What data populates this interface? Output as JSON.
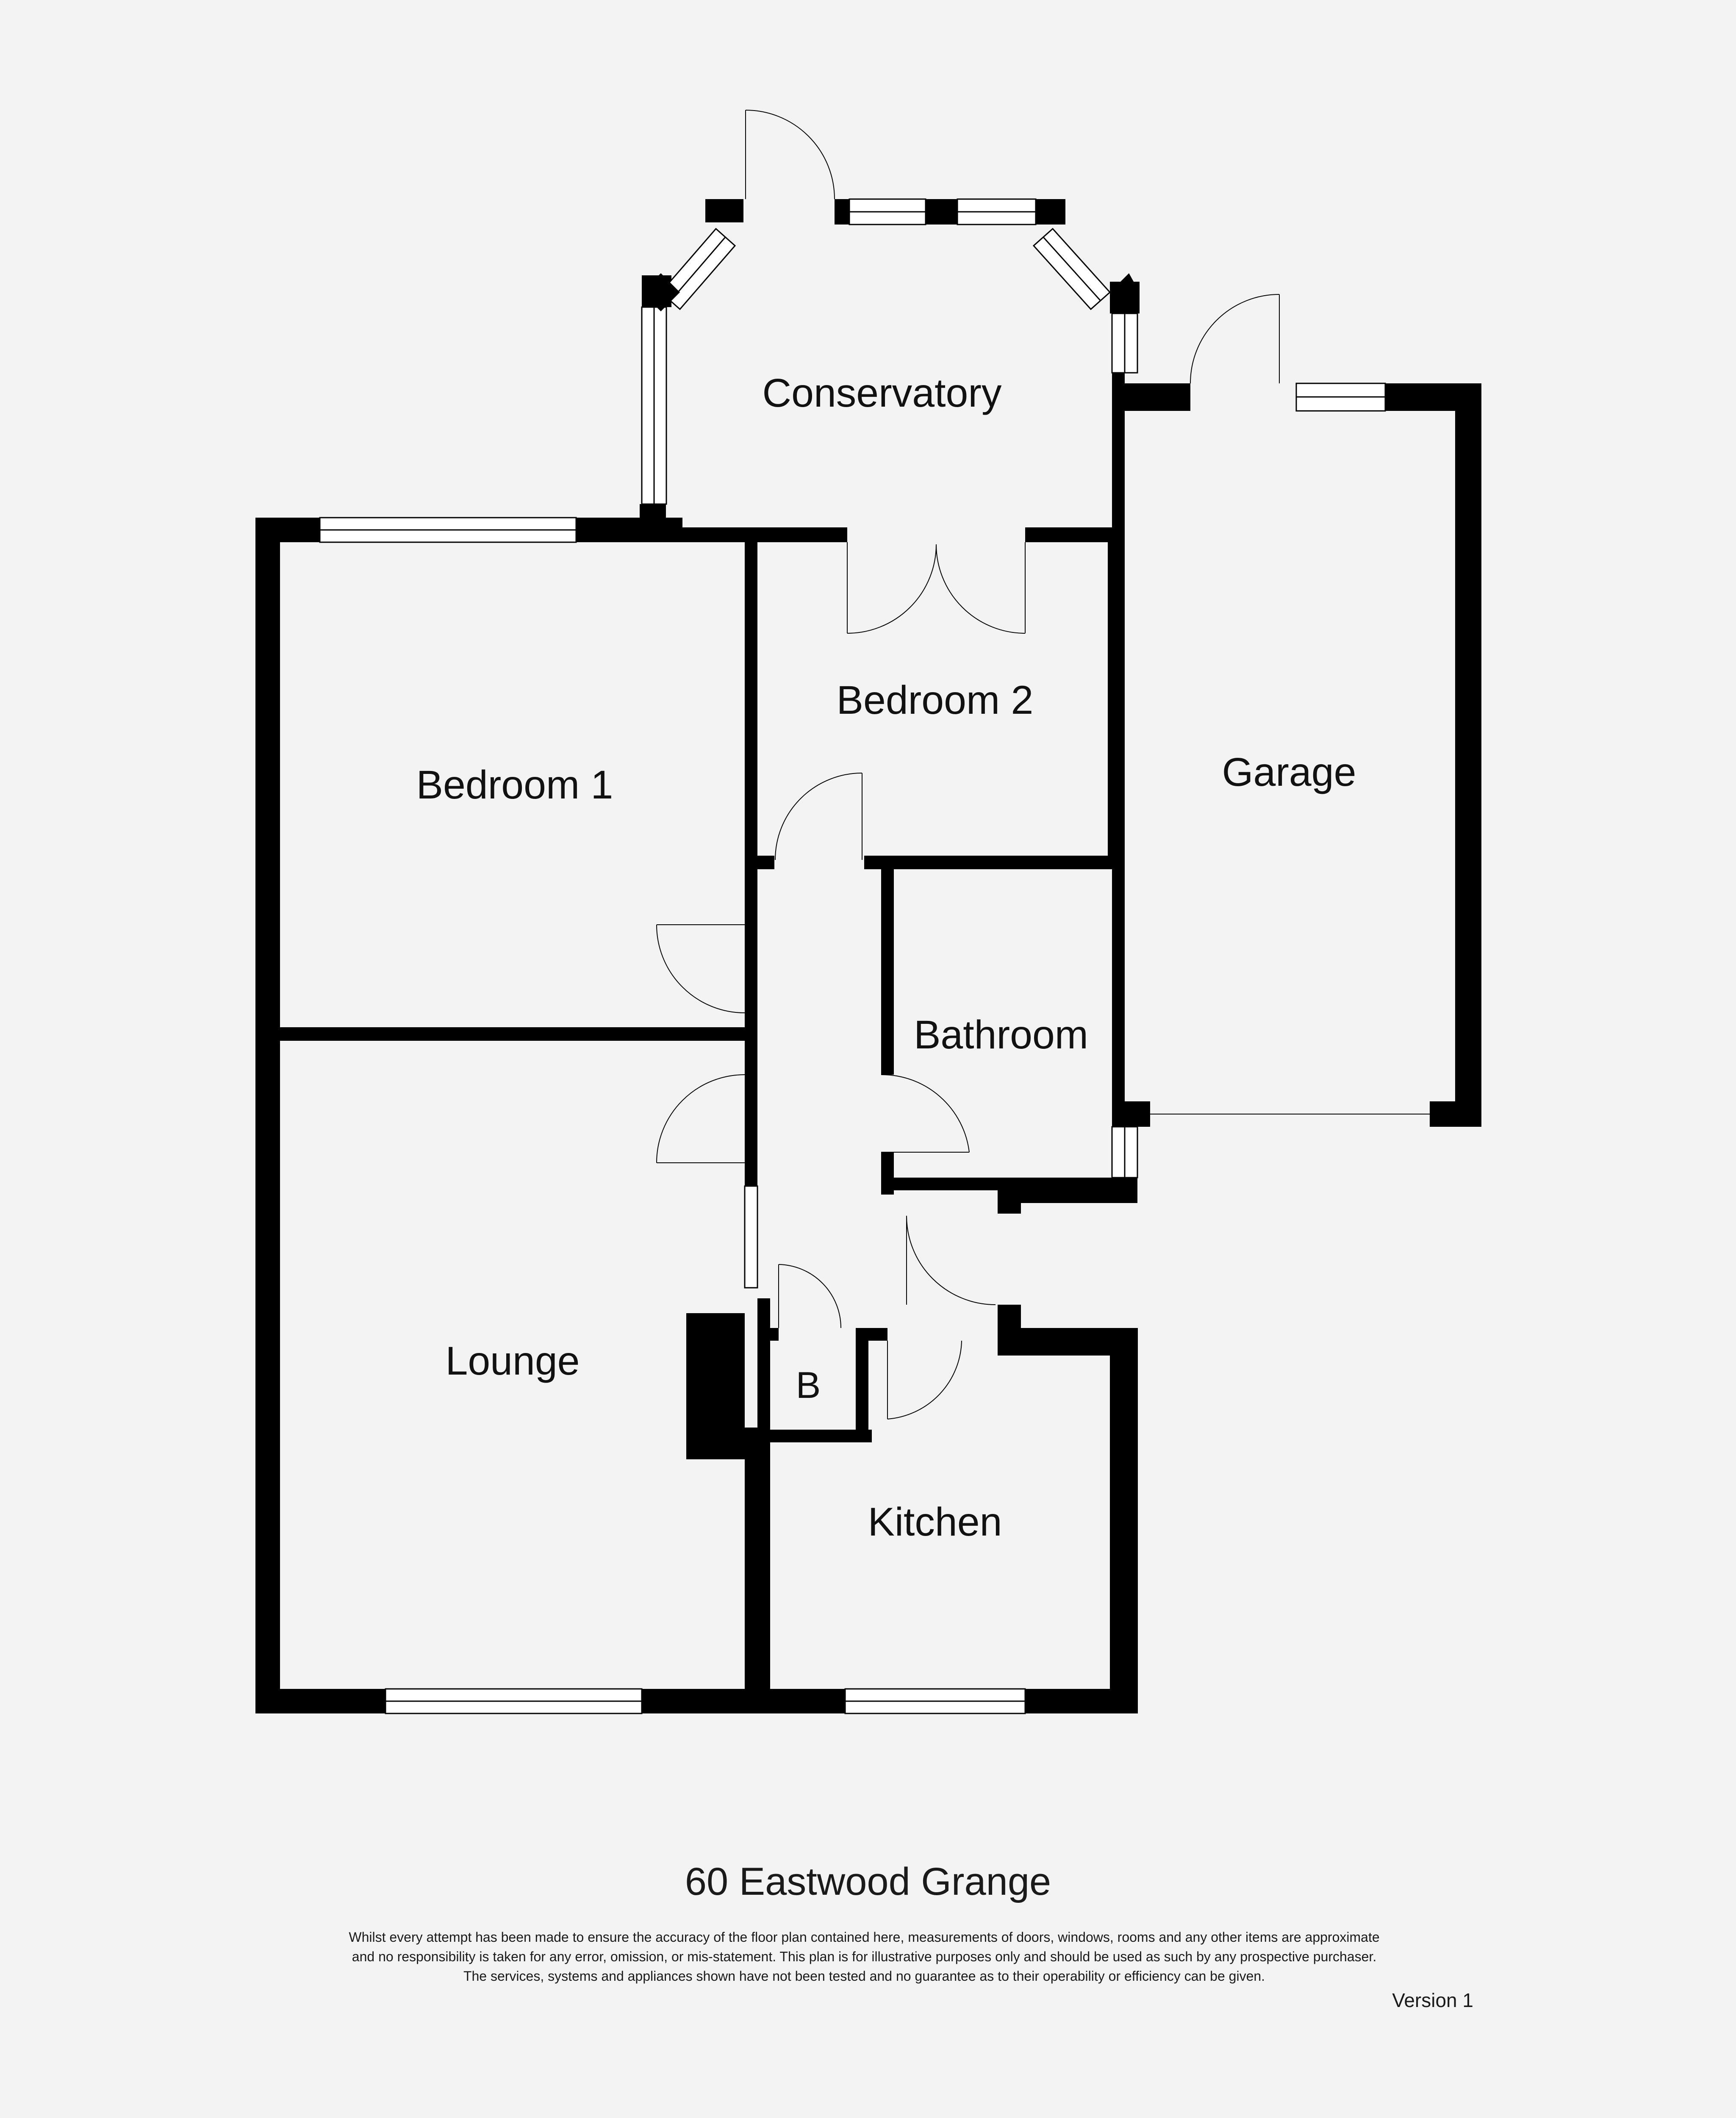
{
  "plan": {
    "rooms": {
      "conservatory": "Conservatory",
      "bedroom1": "Bedroom 1",
      "bedroom2": "Bedroom 2",
      "garage": "Garage",
      "bathroom": "Bathroom",
      "lounge": "Lounge",
      "boiler": "B",
      "kitchen": "Kitchen"
    }
  },
  "footer": {
    "address": "60 Eastwood Grange",
    "disclaimer": [
      "Whilst every attempt has been made to ensure the accuracy of the floor plan contained here, measurements of doors, windows, rooms and any other items are approximate",
      "and no responsibility is taken for any error, omission, or mis-statement. This plan is for illustrative purposes only and should be used as such by any prospective purchaser.",
      "The services, systems and appliances shown have not been tested and no guarantee as to their operability or efficiency can be given."
    ],
    "version": "Version 1"
  },
  "colors": {
    "background": "#f3f3f3",
    "wall": "#000000",
    "window_fill": "#ffffff"
  }
}
